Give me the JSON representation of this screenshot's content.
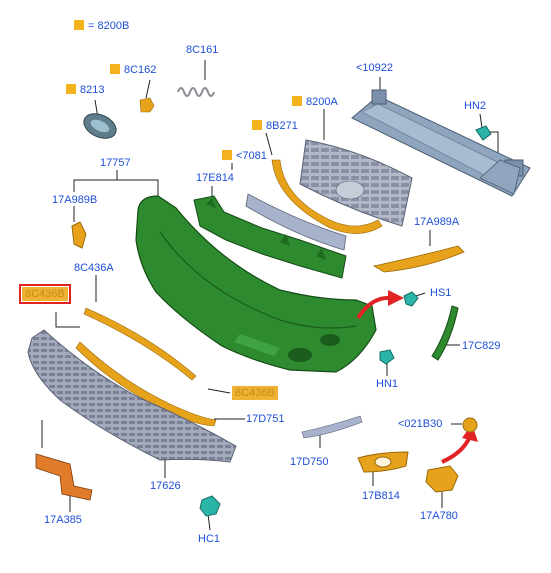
{
  "colors": {
    "label_blue": "#1e4fd8",
    "marker_orange": "#f4b21d",
    "highlight_red": "#e22323",
    "part_green": "#2d8a2f",
    "part_orange": "#e6a21a",
    "part_steel": "#8fa5bd",
    "part_grey": "#a3aabb",
    "part_teal": "#2bb5a8"
  },
  "labels": {
    "legend_8200b": "= 8200B",
    "l_8c161": "8C161",
    "l_8c162": "8C162",
    "l_8213": "8213",
    "l_10922": "<10922",
    "l_8200a": "8200A",
    "l_hn2": "HN2",
    "l_8b271": "8B271",
    "l_7081": "<7081",
    "l_17757": "17757",
    "l_17e814": "17E814",
    "l_17a989b": "17A989B",
    "l_17a989a": "17A989A",
    "l_8c436a": "8C436A",
    "l_hs1": "HS1",
    "l_8c436b_red": "8C436B",
    "l_17c829": "17C829",
    "l_hn1": "HN1",
    "l_8c436b_box": "8C436B",
    "l_17d751": "17D751",
    "l_021b30": "<021B30",
    "l_17d750": "17D750",
    "l_17626": "17626",
    "l_17b814": "17B814",
    "l_17a385": "17A385",
    "l_17a780": "17A780",
    "l_hc1": "HC1"
  },
  "icons": {
    "orange_marker": "square-marker-icon",
    "red_arrow": "curved-arrow-icon"
  }
}
